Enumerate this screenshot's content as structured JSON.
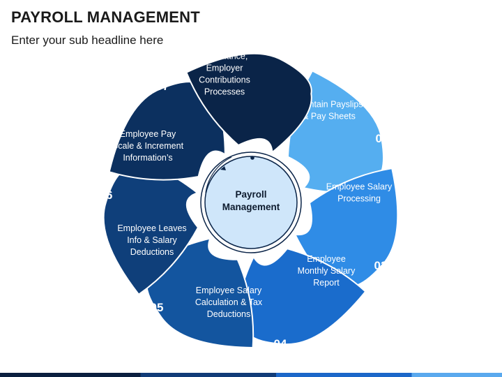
{
  "header": {
    "title": "PAYROLL MANAGEMENT",
    "subtitle": "Enter your sub headline here"
  },
  "center": {
    "lines": [
      "Payroll",
      "Management"
    ]
  },
  "segments": [
    {
      "number": "01",
      "lines": [
        "Maintain Payslips",
        "& Pay Sheets"
      ],
      "color": "#55aef0"
    },
    {
      "number": "02",
      "lines": [
        "Employee Salary",
        "Processing"
      ],
      "color": "#2f8ce6"
    },
    {
      "number": "03",
      "lines": [
        "Employee",
        "Monthly Salary",
        "Report"
      ],
      "color": "#1a6ccc"
    },
    {
      "number": "04",
      "lines": [
        "Employee Salary",
        "Calculation & Tax",
        "Deductions"
      ],
      "color": "#13559f"
    },
    {
      "number": "05",
      "lines": [
        "Employee Leaves",
        "Info & Salary",
        "Deductions"
      ],
      "color": "#0f3f7a"
    },
    {
      "number": "06",
      "lines": [
        "Employee Pay",
        "Scale & Increment",
        "Information’s"
      ],
      "color": "#0c305f"
    },
    {
      "number": "07",
      "lines": [
        "Attendance,",
        "Employer",
        "Contributions",
        "Processes"
      ],
      "color": "#0a2448"
    }
  ],
  "colors": {
    "center_fill": "#cfe6fa",
    "center_stroke": "#0a2448"
  }
}
